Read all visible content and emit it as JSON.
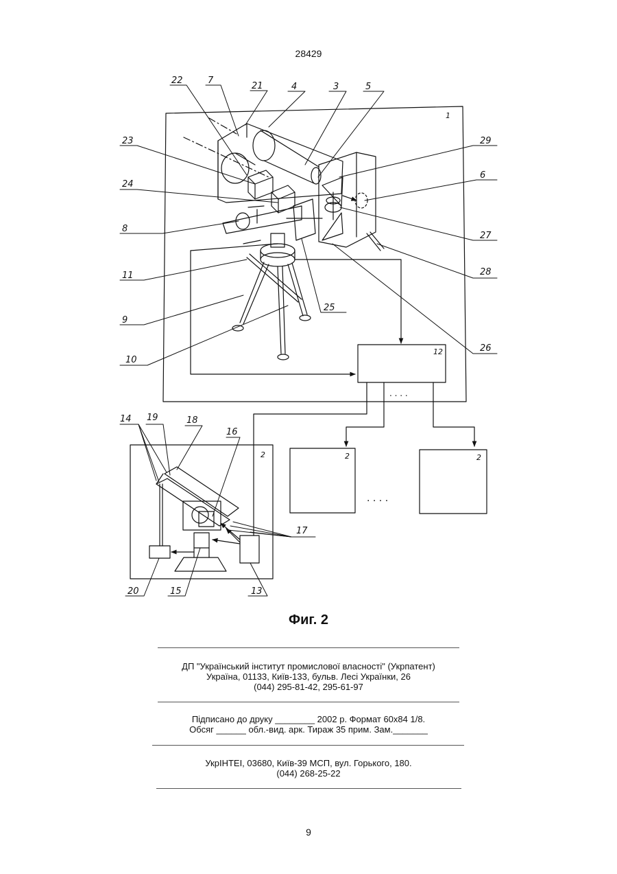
{
  "header": {
    "patent_number": "28429"
  },
  "figure": {
    "caption": "Фиг. 2",
    "block_labels": {
      "b1": "1",
      "b2": "2",
      "b2a": "2",
      "b2b": "2",
      "b12": "12"
    },
    "ref_labels": {
      "r22": "22",
      "r7": "7",
      "r21": "21",
      "r4": "4",
      "r3": "3",
      "r5": "5",
      "r23": "23",
      "r29": "29",
      "r24": "24",
      "r6": "6",
      "r8": "8",
      "r27": "27",
      "r11": "11",
      "r28": "28",
      "r9": "9",
      "r25": "25",
      "r10": "10",
      "r26": "26",
      "r14": "14",
      "r19": "19",
      "r18": "18",
      "r16": "16",
      "r17": "17",
      "r20": "20",
      "r15": "15",
      "r13": "13"
    },
    "dots": ". . . .",
    "dots2": ". . . ."
  },
  "imprint": {
    "publisher_line1": "ДП \"Український інститут промислової власності\" (Укрпатент)",
    "publisher_line2": "Україна, 01133, Київ-133, бульв. Лесі Українки, 26",
    "publisher_line3": "(044) 295-81-42, 295-61-97",
    "signed_line1": "Підписано до друку ________ 2002 р.    Формат 60х84 1/8.",
    "signed_line2": "Обсяг ______ обл.-вид. арк.   Тираж 35 прим.    Зам._______",
    "printer_line1": "УкрІНТЕІ, 03680, Київ-39 МСП, вул. Горького, 180.",
    "printer_line2": "(044) 268-25-22"
  },
  "footer": {
    "page_number": "9"
  }
}
